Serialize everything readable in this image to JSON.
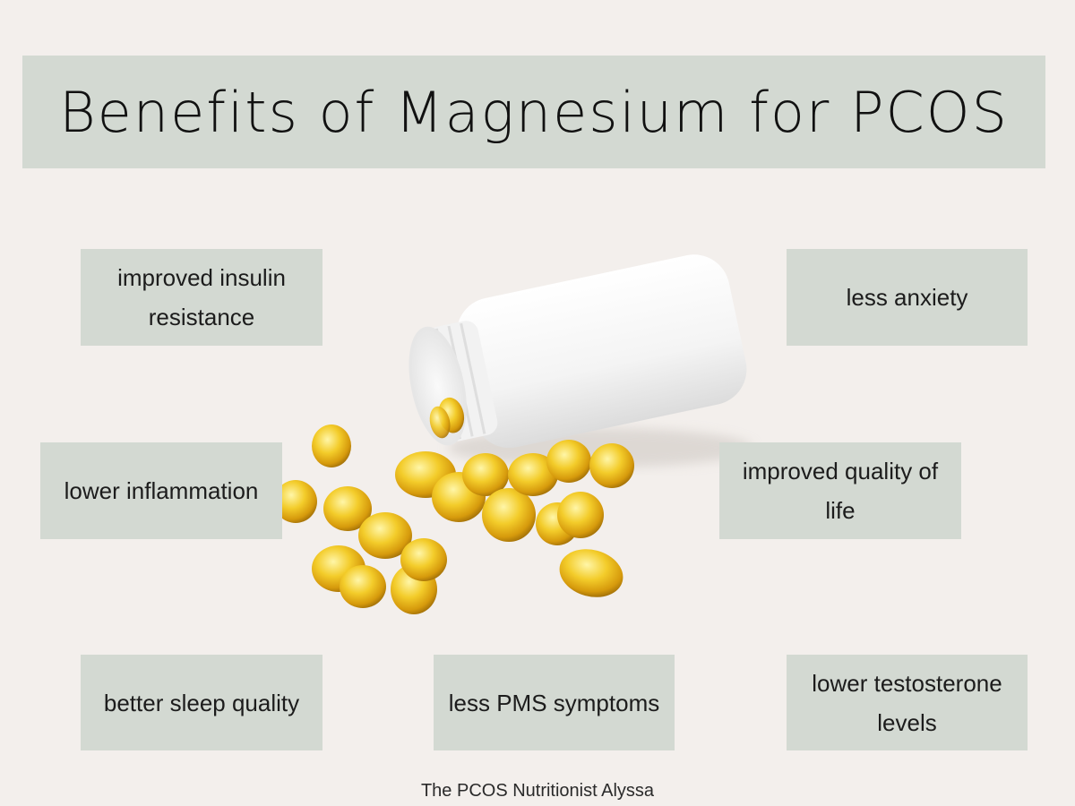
{
  "title": "Benefits of Magnesium for PCOS",
  "benefits": [
    {
      "label": "improved insulin resistance",
      "position": "top-left"
    },
    {
      "label": "less anxiety",
      "position": "top-right"
    },
    {
      "label": "lower inflammation",
      "position": "middle-left"
    },
    {
      "label": "improved quality of life",
      "position": "middle-right"
    },
    {
      "label": "better sleep quality",
      "position": "bottom-left"
    },
    {
      "label": "less PMS symptoms",
      "position": "bottom-center"
    },
    {
      "label": "lower testosterone levels",
      "position": "bottom-right"
    }
  ],
  "image": {
    "subject": "white supplement bottle with spilled yellow softgel capsules"
  },
  "footer": "The PCOS Nutritionist Alyssa",
  "colors": {
    "background": "#f3efec",
    "box": "#d3d9d2",
    "text": "#1a1a1a",
    "capsule": "#e8b820"
  }
}
